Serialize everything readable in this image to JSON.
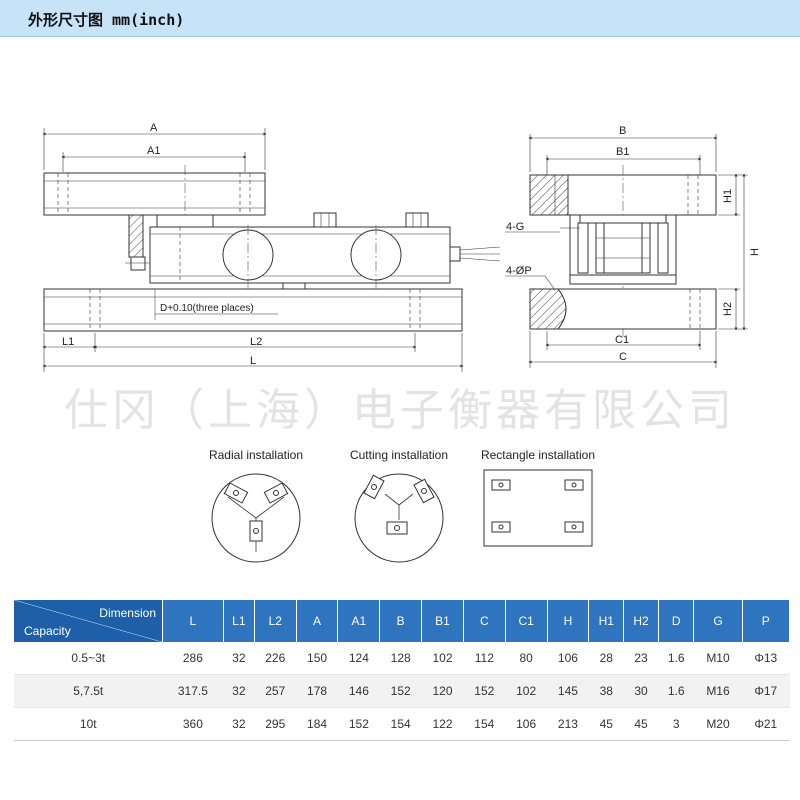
{
  "header": {
    "title": "外形尺寸图 mm(inch)"
  },
  "watermark": "仕冈（上海）电子衡器有限公司",
  "front_view": {
    "labels": {
      "A": "A",
      "A1": "A1",
      "L1": "L1",
      "L2": "L2",
      "L": "L",
      "D": "D+0.10(three places)"
    }
  },
  "side_view": {
    "labels": {
      "B": "B",
      "B1": "B1",
      "C1": "C1",
      "C": "C",
      "H": "H",
      "H1": "H1",
      "H2": "H2",
      "G": "4-G",
      "P": "4-ØP"
    }
  },
  "installations": [
    {
      "label": "Radial installation"
    },
    {
      "label": "Cutting installation"
    },
    {
      "label": "Rectangle installation"
    }
  ],
  "table": {
    "corner_dimension": "Dimension",
    "corner_capacity": "Capacity",
    "headers": [
      "L",
      "L1",
      "L2",
      "A",
      "A1",
      "B",
      "B1",
      "C",
      "C1",
      "H",
      "H1",
      "H2",
      "D",
      "G",
      "P"
    ],
    "rows": [
      {
        "capacity": "0.5~3t",
        "values": [
          "286",
          "32",
          "226",
          "150",
          "124",
          "128",
          "102",
          "112",
          "80",
          "106",
          "28",
          "23",
          "1.6",
          "M10",
          "Φ13"
        ]
      },
      {
        "capacity": "5,7.5t",
        "values": [
          "317.5",
          "32",
          "257",
          "178",
          "146",
          "152",
          "120",
          "152",
          "102",
          "145",
          "38",
          "30",
          "1.6",
          "M16",
          "Φ17"
        ]
      },
      {
        "capacity": "10t",
        "values": [
          "360",
          "32",
          "295",
          "184",
          "152",
          "154",
          "122",
          "154",
          "106",
          "213",
          "45",
          "45",
          "3",
          "M20",
          "Φ21"
        ]
      }
    ]
  }
}
